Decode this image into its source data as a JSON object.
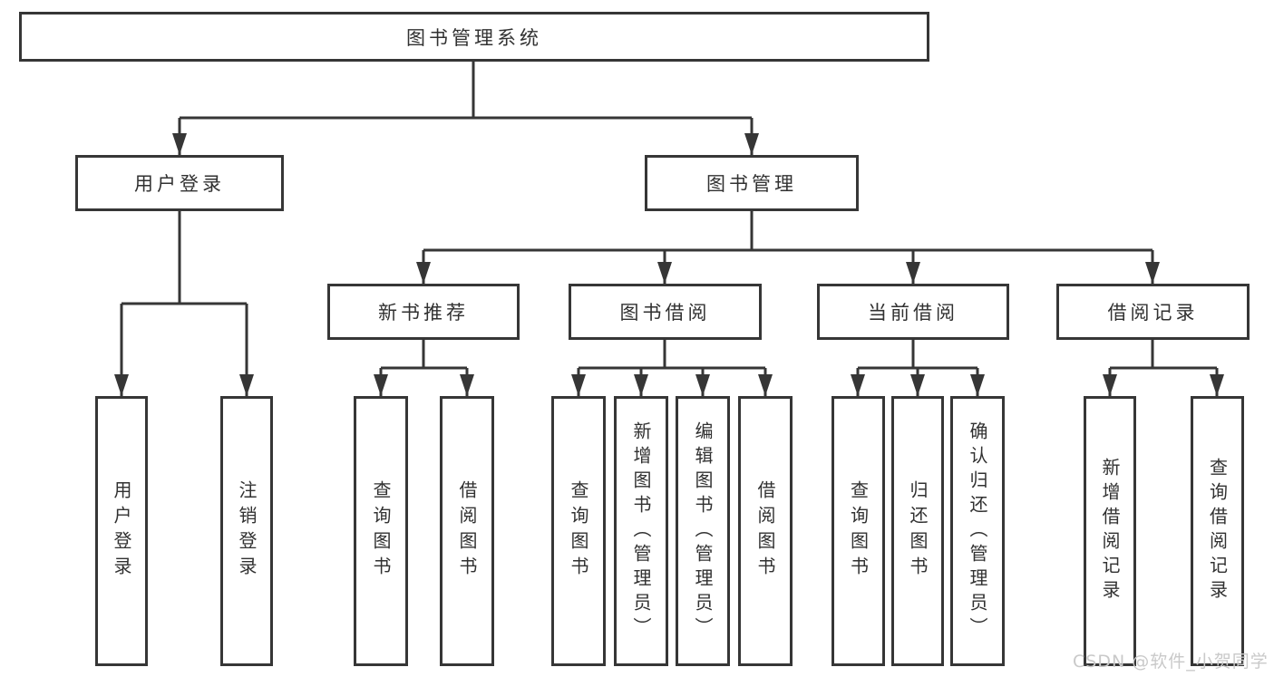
{
  "diagram": {
    "title": "图书管理系统",
    "level2": {
      "user_login": "用户登录",
      "book_mgmt": "图书管理"
    },
    "level3": {
      "new_book_rec": "新书推荐",
      "book_borrow": "图书借阅",
      "current_borrow": "当前借阅",
      "borrow_records": "借阅记录"
    },
    "leaves": {
      "login": "用户登录",
      "logout": "注销登录",
      "rec_query_book": "查询图书",
      "rec_borrow_book": "借阅图书",
      "borrow_query_book": "查询图书",
      "borrow_add_book": "新增图书（管理员）",
      "borrow_edit_book": "编辑图书（管理员）",
      "borrow_borrow_book": "借阅图书",
      "current_query_book": "查询图书",
      "current_return_book": "归还图书",
      "current_confirm_return": "确认归还（管理员）",
      "records_add": "新增借阅记录",
      "records_query": "查询借阅记录"
    },
    "tree": {
      "图书管理系统": [
        "用户登录",
        "图书管理"
      ],
      "用户登录": [
        "用户登录",
        "注销登录"
      ],
      "图书管理": [
        "新书推荐",
        "图书借阅",
        "当前借阅",
        "借阅记录"
      ],
      "新书推荐": [
        "查询图书",
        "借阅图书"
      ],
      "图书借阅": [
        "查询图书",
        "新增图书（管理员）",
        "编辑图书（管理员）",
        "借阅图书"
      ],
      "当前借阅": [
        "查询图书",
        "归还图书",
        "确认归还（管理员）"
      ],
      "借阅记录": [
        "新增借阅记录",
        "查询借阅记录"
      ]
    }
  },
  "watermark": {
    "text": "CSDN @软件_小贺同学"
  },
  "colors": {
    "line": "#363636",
    "box_border": "#363636",
    "text": "#313131",
    "background": "#ffffff",
    "watermark": "#c9c9c9"
  }
}
